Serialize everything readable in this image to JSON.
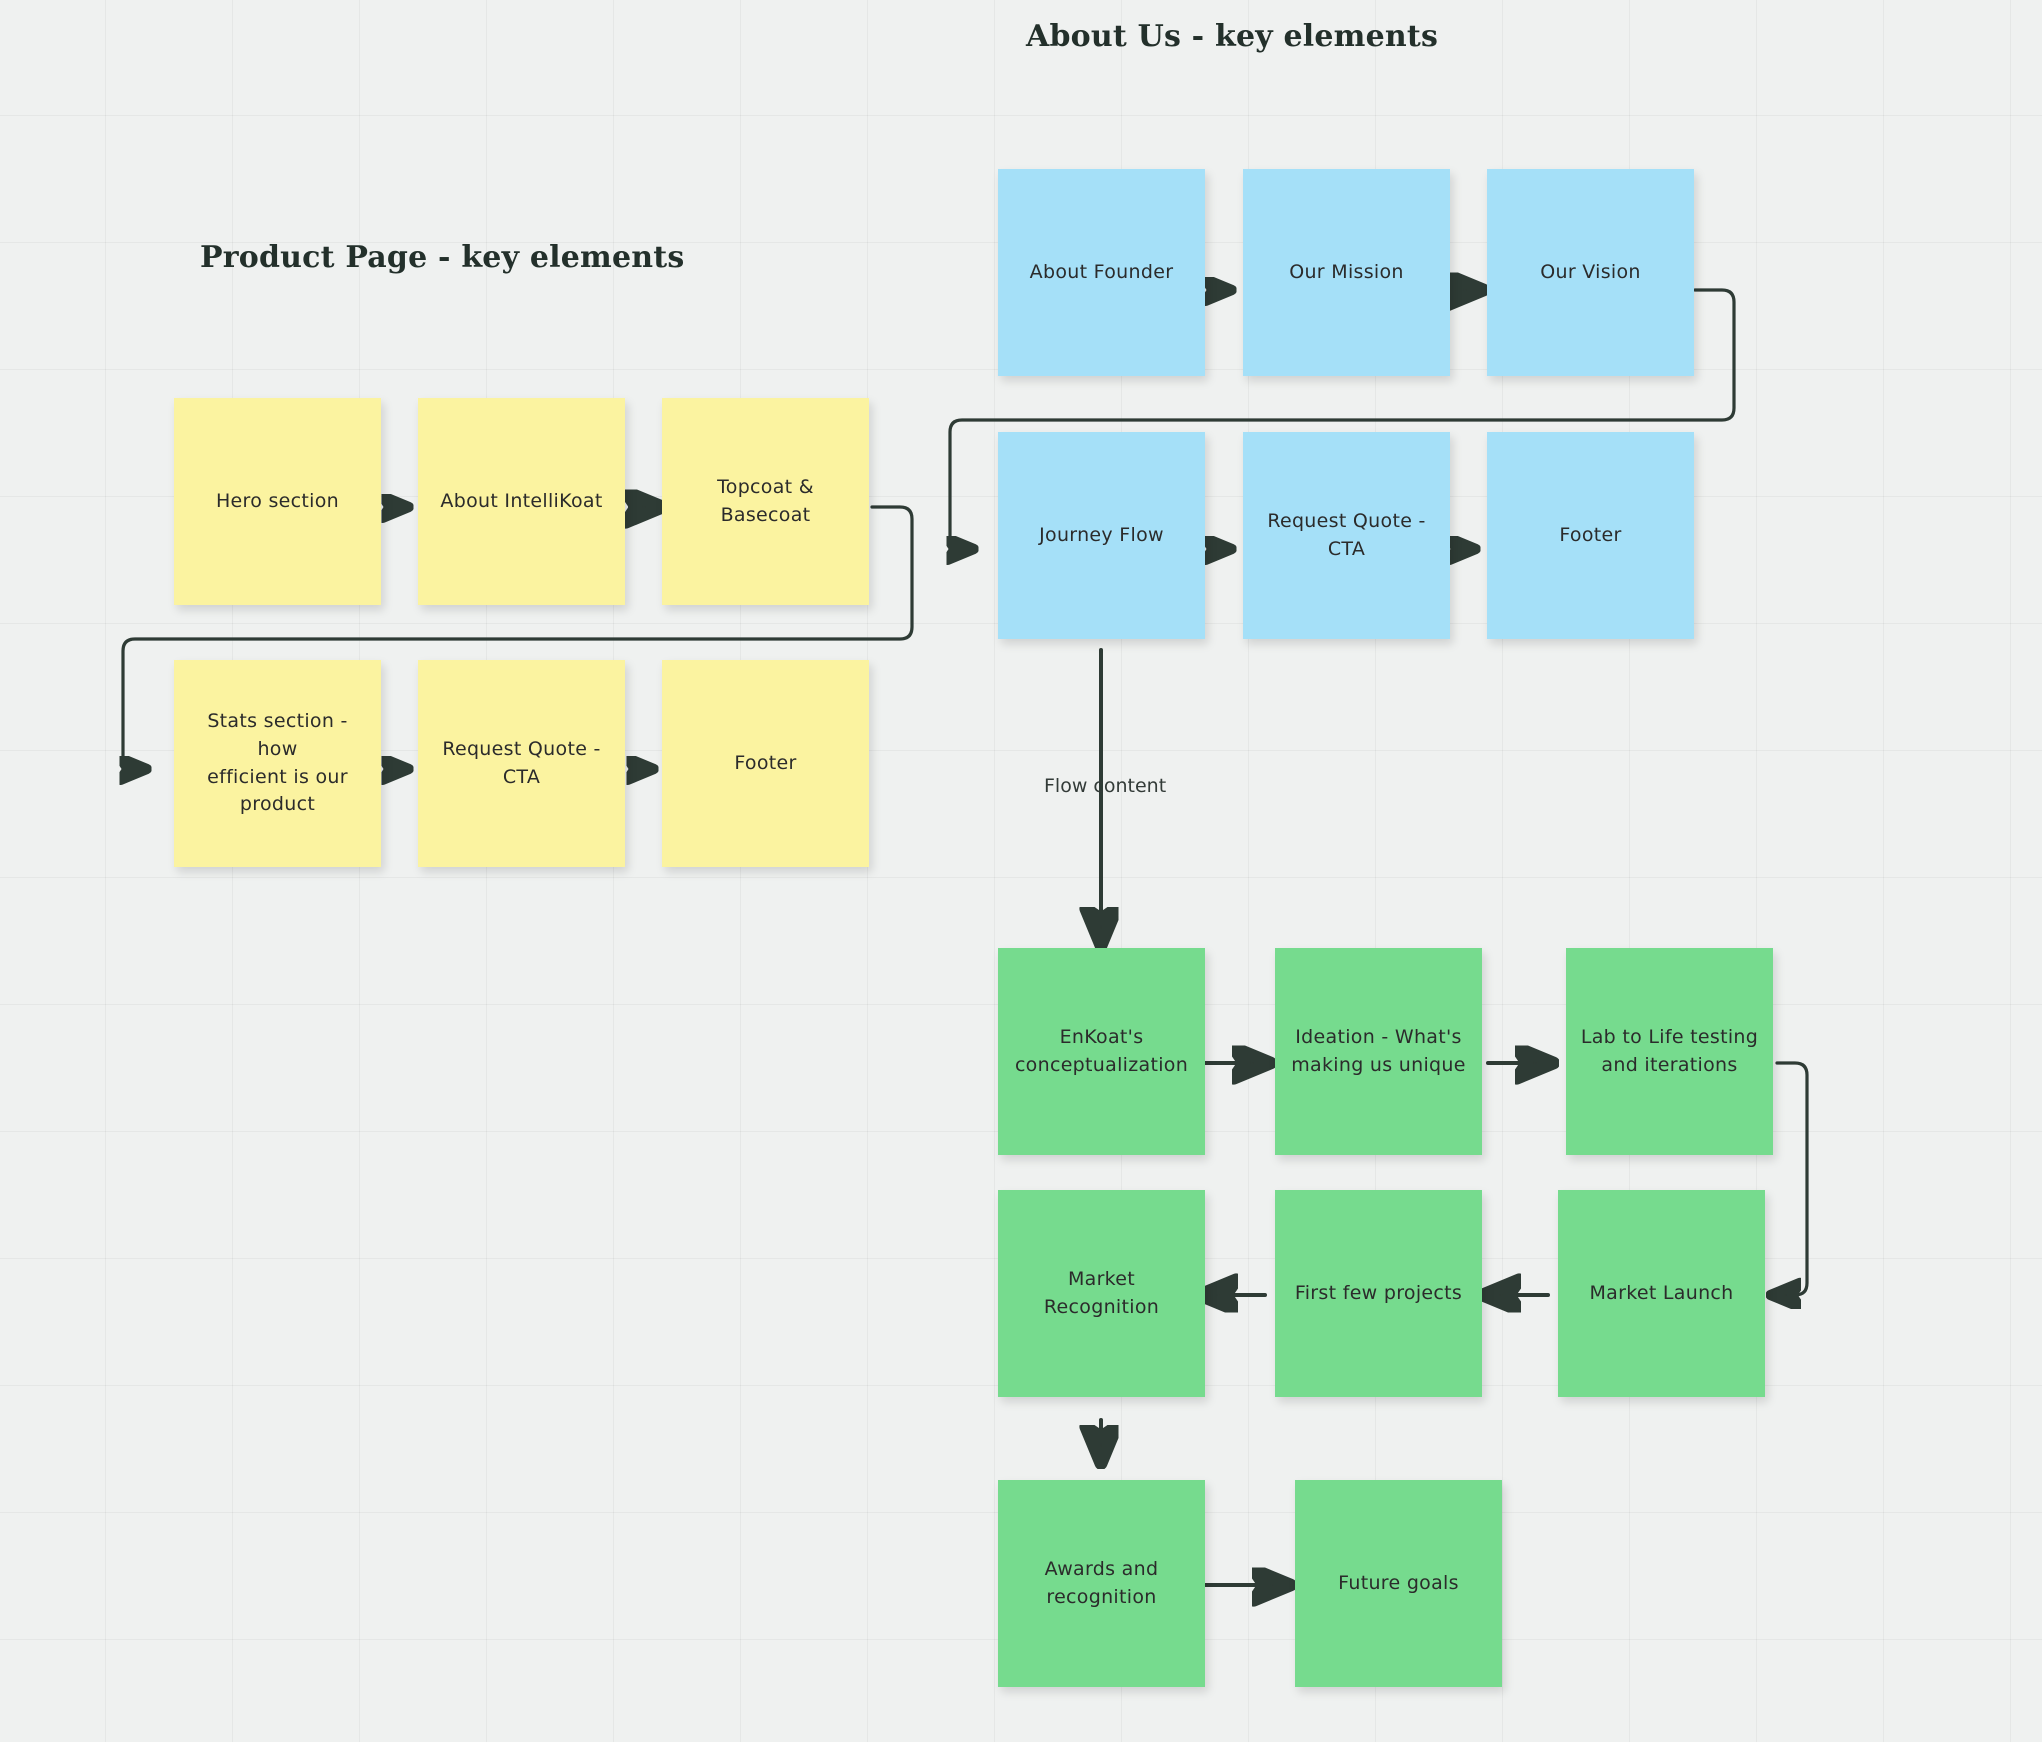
{
  "board": {
    "background_color": "#eff1f0",
    "grid_color": "#e3e6e5"
  },
  "headings": {
    "product_page": "Product Page - key elements",
    "about_us": "About Us - key elements"
  },
  "labels": {
    "flow_content": "Flow content"
  },
  "colors": {
    "yellow_note": "#fbf3a0",
    "blue_note": "#a5e0f8",
    "green_note": "#76db8e",
    "connector": "#2e3b35",
    "heading_text": "#23302b",
    "note_text": "#2b2b2b"
  },
  "groups": [
    {
      "id": "product-page",
      "title": "Product Page - key elements",
      "color": "#fbf3a0",
      "notes": [
        "Hero section",
        "About IntelliKoat",
        "Topcoat & Basecoat",
        "Stats section - how efficient is our product",
        "Request Quote - CTA",
        "Footer"
      ]
    },
    {
      "id": "about-us",
      "title": "About Us - key elements",
      "color": "#a5e0f8",
      "notes": [
        "About Founder",
        "Our Mission",
        "Our Vision",
        "Journey Flow",
        "Request Quote - CTA",
        "Footer"
      ]
    },
    {
      "id": "journey-flow",
      "title": "Flow content",
      "color": "#76db8e",
      "notes": [
        "EnKoat's conceptualization",
        "Ideation - What's making us unique",
        "Lab to Life testing and iterations",
        "Market Launch",
        "First few projects",
        "Market Recognition",
        "Awards and recognition",
        "Future goals"
      ]
    }
  ],
  "notes": {
    "y1": "Hero section",
    "y2": "About IntelliKoat",
    "y3": "Topcoat & Basecoat",
    "y4_line1": "Stats section - how",
    "y4_line2": "efficient is our product",
    "y5": "Request Quote - CTA",
    "y6": "Footer",
    "b1": "About Founder",
    "b2": "Our Mission",
    "b3": "Our Vision",
    "b4": "Journey Flow",
    "b5": "Request Quote - CTA",
    "b6": "Footer",
    "g1_line1": "EnKoat's",
    "g1_line2": "conceptualization",
    "g2_line1": "Ideation - What's",
    "g2_line2": "making us unique",
    "g3_line1": "Lab to Life testing",
    "g3_line2": "and iterations",
    "g4": "Market Recognition",
    "g5": "First few projects",
    "g6": "Market Launch",
    "g7_line1": "Awards and",
    "g7_line2": "recognition",
    "g8": "Future goals"
  }
}
